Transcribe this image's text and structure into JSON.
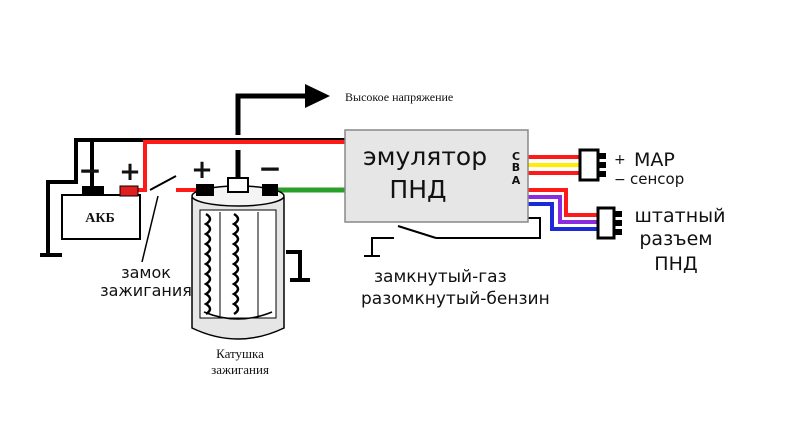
{
  "labels": {
    "high_voltage": "Высокое напряжение",
    "battery": "АКБ",
    "battery_minus": "−",
    "battery_plus": "+",
    "ignition_switch_line1": "замок",
    "ignition_switch_line2": "зажигания",
    "coil_plus": "+",
    "coil_minus": "−",
    "coil_caption_line1": "Катушка",
    "coil_caption_line2": "зажигания",
    "emulator_line1": "эмулятор",
    "emulator_line2": "ПНД",
    "pin_c": "C",
    "pin_b": "B",
    "pin_a": "A",
    "map_plus": "+",
    "map_title": "MAP",
    "map_minus": "−",
    "map_sub": "сенсор",
    "std_line1": "штатный",
    "std_line2": "разъем",
    "std_line3": "ПНД",
    "switch_closed": "замкнутый-газ",
    "switch_open": "разомкнутый-бензин"
  },
  "colors": {
    "wire_black": "#000000",
    "wire_red": "#ff1a1a",
    "wire_green": "#2aa02a",
    "wire_yellow": "#ffee00",
    "wire_blue": "#1a2ad8",
    "wire_purple": "#8a2be2",
    "body_gray": "#e6e6e6",
    "terminal_red": "#e02020"
  }
}
